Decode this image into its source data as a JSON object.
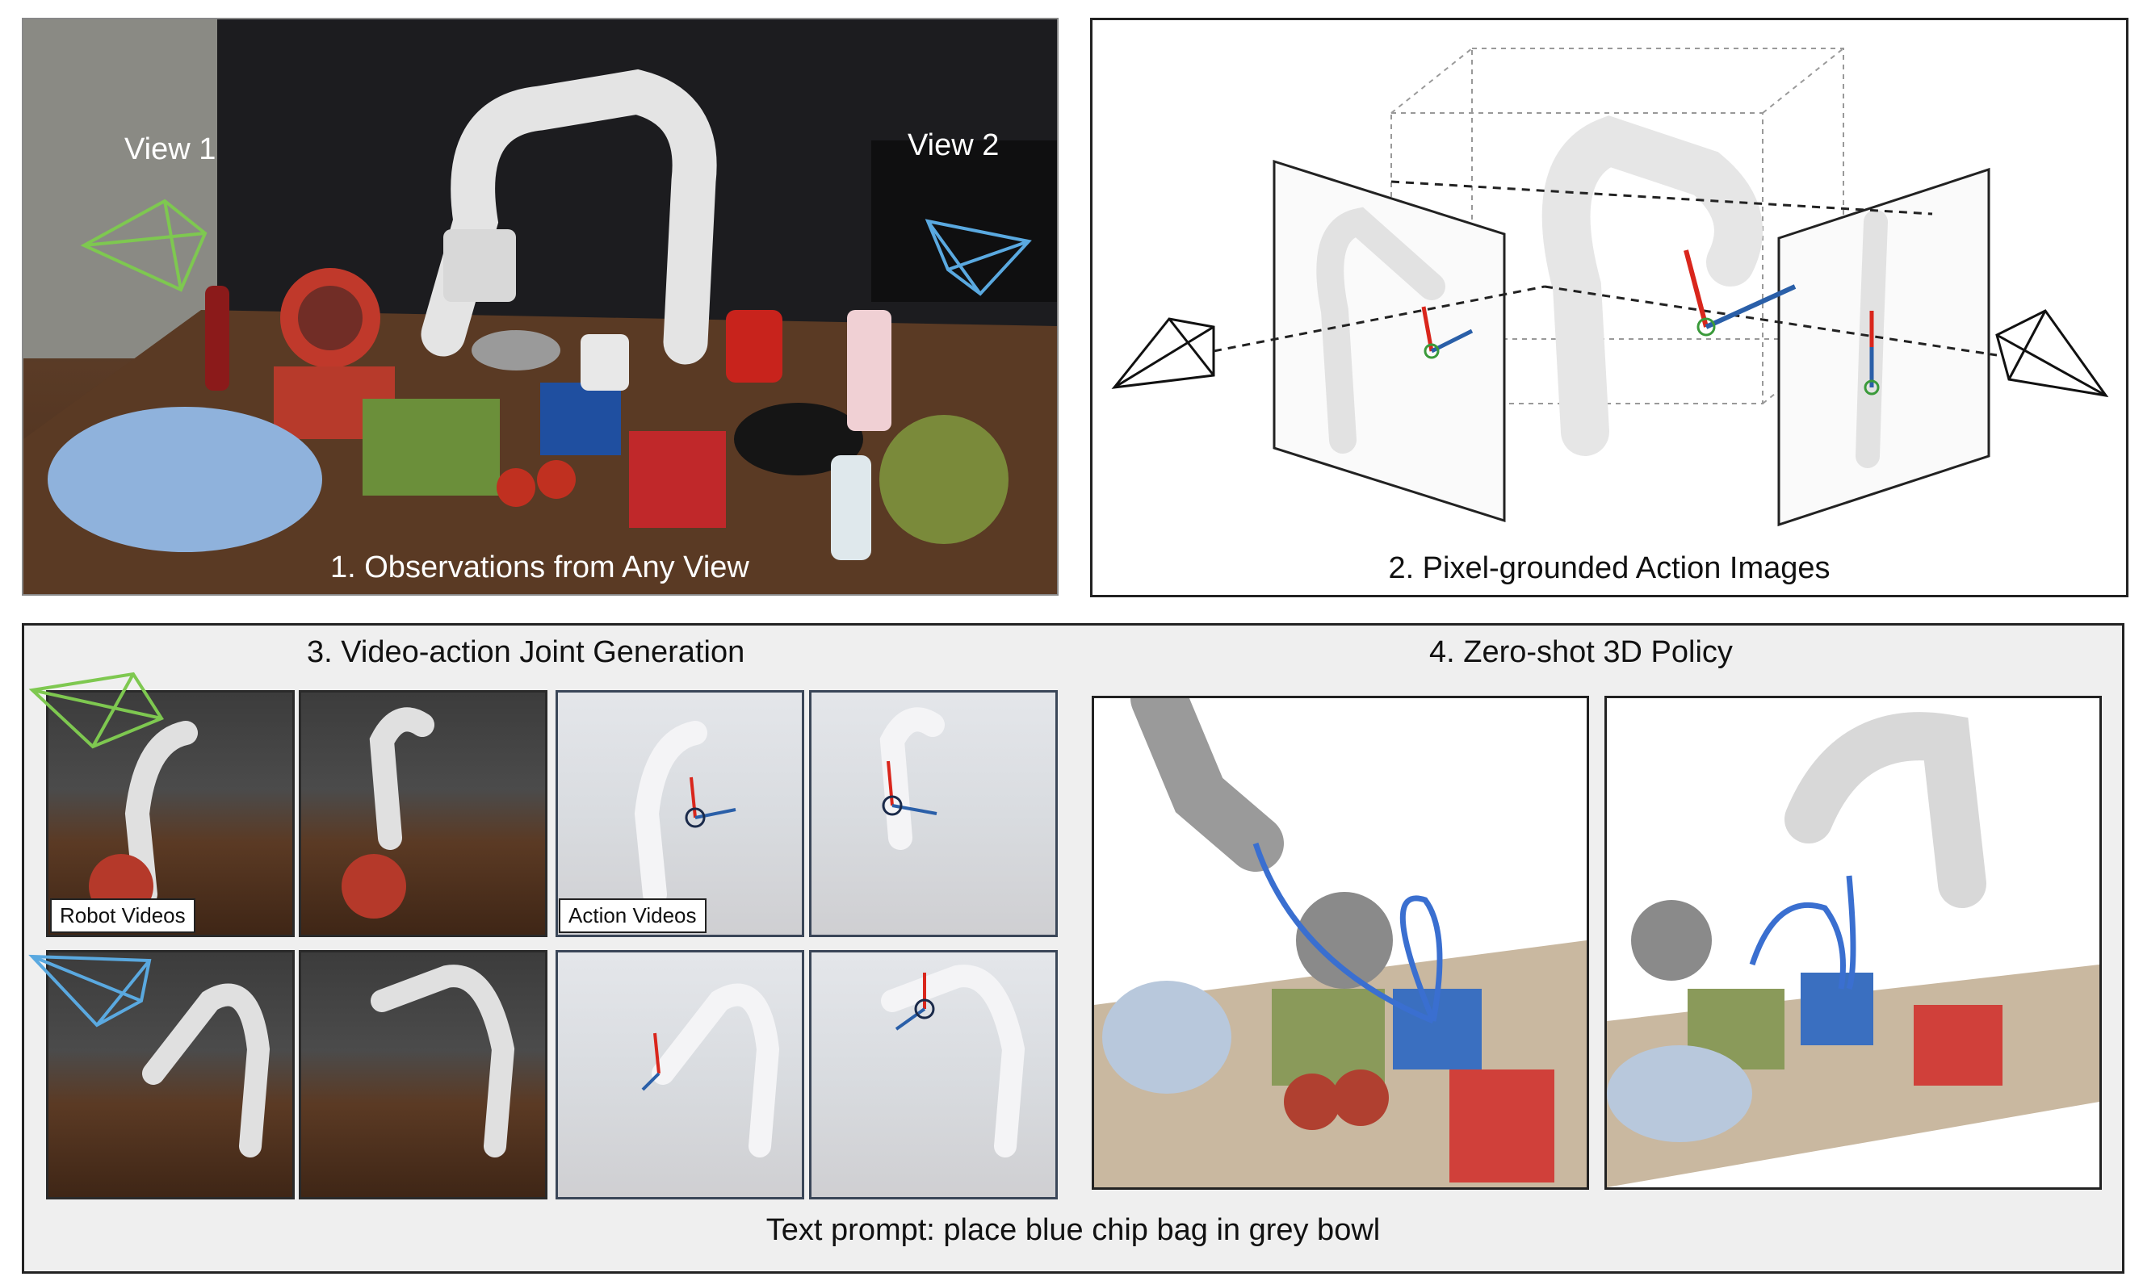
{
  "panel1": {
    "caption": "1. Observations from Any View",
    "view1": "View 1",
    "view2": "View 2"
  },
  "panel2": {
    "caption": "2. Pixel-grounded Action Images"
  },
  "panel3": {
    "caption": "3. Video-action Joint Generation",
    "robot_label": "Robot Videos",
    "action_label": "Action Videos"
  },
  "panel4": {
    "caption": "4. Zero-shot 3D Policy"
  },
  "prompt": "Text prompt: place blue chip bag in grey bowl",
  "colors": {
    "view1": "#7ec850",
    "view2": "#5aa9e0",
    "arrow_red": "#d9261c",
    "arrow_blue": "#2a5fa8",
    "circle_green": "#3a9a3a",
    "traj_blue": "#3a6fd0"
  }
}
